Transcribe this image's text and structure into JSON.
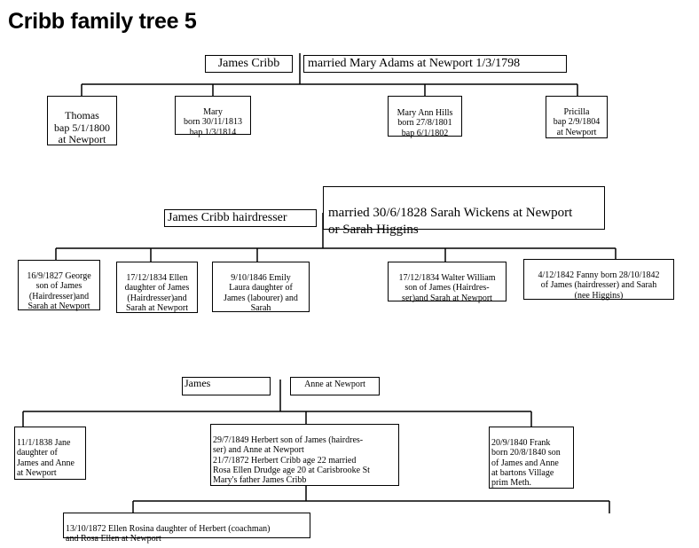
{
  "title": "Cribb family tree 5",
  "gen1": {
    "father": "James Cribb",
    "marriage": "married Mary Adams at Newport 1/3/1798",
    "children": [
      "Thomas\nbap 5/1/1800\nat Newport",
      "Mary\nborn 30/11/1813\nbap 1/3/1814",
      "Mary Ann Hills\nborn 27/8/1801\nbap 6/1/1802",
      "Pricilla\nbap 2/9/1804\nat Newport"
    ]
  },
  "gen2": {
    "father": "James Cribb hairdresser",
    "marriage": "married 30/6/1828 Sarah Wickens  at Newport\nor Sarah Higgins",
    "children": [
      "16/9/1827 George\nson of James\n(Hairdresser)and\nSarah at Newport",
      "17/12/1834 Ellen\ndaughter of James\n(Hairdresser)and\nSarah at Newport",
      "9/10/1846 Emily\nLaura daughter of\nJames (labourer) and\nSarah",
      "17/12/1834 Walter William\nson of James (Hairdres-\nser)and Sarah at Newport",
      "4/12/1842 Fanny born 28/10/1842\nof James (hairdresser) and Sarah\n(nee Higgins)"
    ]
  },
  "gen3": {
    "father": "James",
    "mother": "Anne at Newport",
    "children": [
      "11/1/1838 Jane\ndaughter of\nJames and Anne\nat Newport",
      "29/7/1849 Herbert son of James (hairdres-\nser) and Anne at Newport\n21/7/1872 Herbert Cribb age 22 married\nRosa Ellen Drudge age 20 at Carisbrooke St\nMary's father James Cribb",
      "20/9/1840 Frank\nborn 20/8/1840 son\nof James and Anne\nat bartons Village\nprim Meth."
    ]
  },
  "gen4": {
    "children": [
      "13/10/1872 Ellen Rosina daughter of Herbert (coachman)\nand Rosa Ellen  at Newport"
    ]
  }
}
